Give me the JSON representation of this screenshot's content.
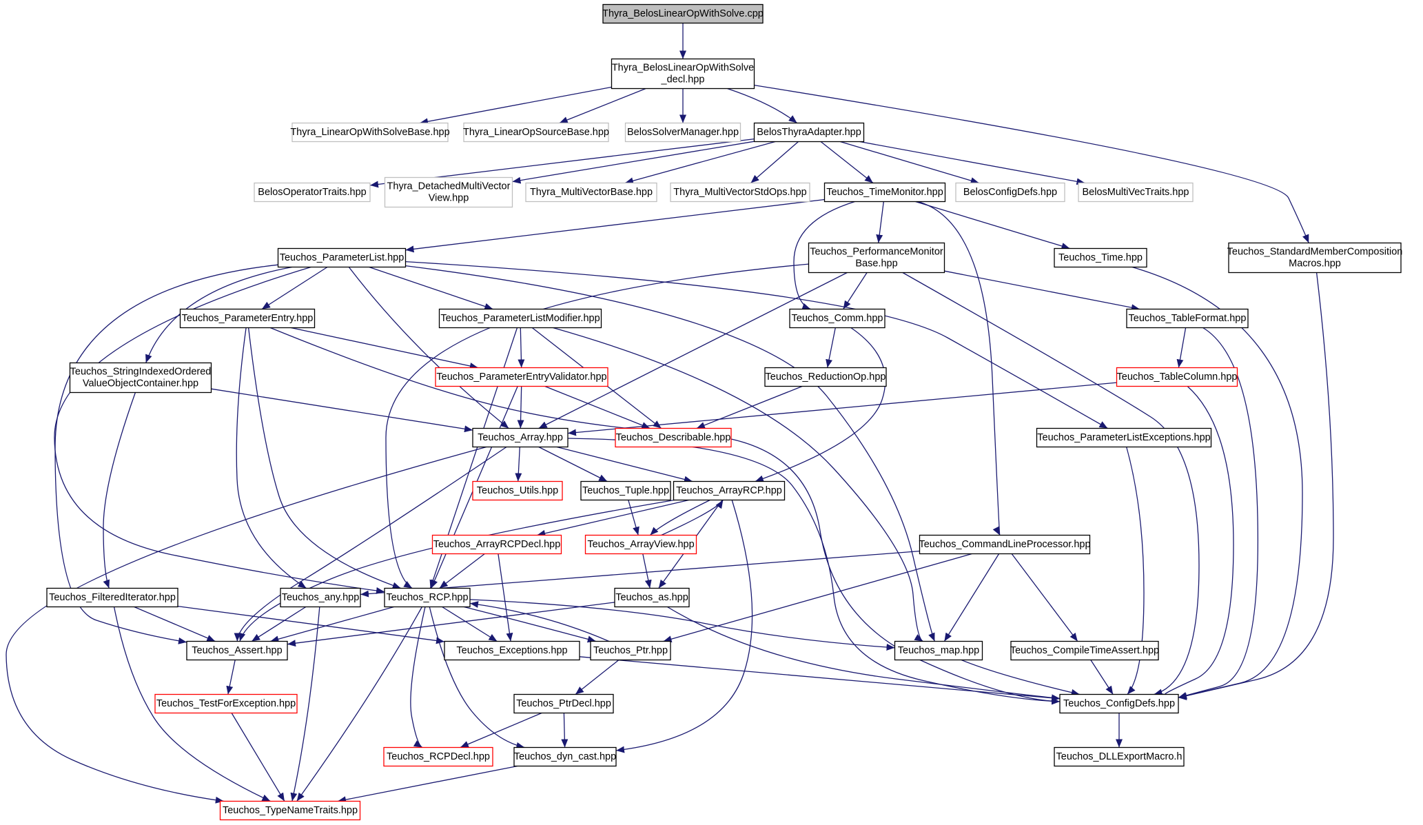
{
  "colors": {
    "edge": "#191970",
    "border_default": "#000000",
    "border_missing": "#bfbfbf",
    "border_truncated": "#ff0000",
    "fill_root": "#bfbfbf",
    "fill_default": "#ffffff"
  },
  "nodes": [
    {
      "id": "n_cpp",
      "lines": [
        "Thyra_BelosLinearOpWithSolve.cpp"
      ],
      "kind": "root"
    },
    {
      "id": "n_decl",
      "lines": [
        "Thyra_BelosLinearOpWithSolve",
        "_decl.hpp"
      ],
      "kind": "normal"
    },
    {
      "id": "n_lows",
      "lines": [
        "Thyra_LinearOpWithSolveBase.hpp"
      ],
      "kind": "missing"
    },
    {
      "id": "n_los",
      "lines": [
        "Thyra_LinearOpSourceBase.hpp"
      ],
      "kind": "missing"
    },
    {
      "id": "n_bsm",
      "lines": [
        "BelosSolverManager.hpp"
      ],
      "kind": "missing"
    },
    {
      "id": "n_bta",
      "lines": [
        "BelosThyraAdapter.hpp"
      ],
      "kind": "normal"
    },
    {
      "id": "n_smc",
      "lines": [
        "Teuchos_StandardMemberComposition",
        "Macros.hpp"
      ],
      "kind": "normal"
    },
    {
      "id": "n_bot",
      "lines": [
        "BelosOperatorTraits.hpp"
      ],
      "kind": "missing"
    },
    {
      "id": "n_dmv",
      "lines": [
        "Thyra_DetachedMultiVector",
        "View.hpp"
      ],
      "kind": "missing"
    },
    {
      "id": "n_mvb",
      "lines": [
        "Thyra_MultiVectorBase.hpp"
      ],
      "kind": "missing"
    },
    {
      "id": "n_mvso",
      "lines": [
        "Thyra_MultiVectorStdOps.hpp"
      ],
      "kind": "missing"
    },
    {
      "id": "n_tm",
      "lines": [
        "Teuchos_TimeMonitor.hpp"
      ],
      "kind": "normal"
    },
    {
      "id": "n_bcd",
      "lines": [
        "BelosConfigDefs.hpp"
      ],
      "kind": "missing"
    },
    {
      "id": "n_bmvt",
      "lines": [
        "BelosMultiVecTraits.hpp"
      ],
      "kind": "missing"
    },
    {
      "id": "n_pl",
      "lines": [
        "Teuchos_ParameterList.hpp"
      ],
      "kind": "normal"
    },
    {
      "id": "n_pmb",
      "lines": [
        "Teuchos_PerformanceMonitor",
        "Base.hpp"
      ],
      "kind": "normal"
    },
    {
      "id": "n_time",
      "lines": [
        "Teuchos_Time.hpp"
      ],
      "kind": "normal"
    },
    {
      "id": "n_pe",
      "lines": [
        "Teuchos_ParameterEntry.hpp"
      ],
      "kind": "normal"
    },
    {
      "id": "n_plm",
      "lines": [
        "Teuchos_ParameterListModifier.hpp"
      ],
      "kind": "normal"
    },
    {
      "id": "n_comm",
      "lines": [
        "Teuchos_Comm.hpp"
      ],
      "kind": "normal"
    },
    {
      "id": "n_tf",
      "lines": [
        "Teuchos_TableFormat.hpp"
      ],
      "kind": "normal"
    },
    {
      "id": "n_sio",
      "lines": [
        "Teuchos_StringIndexedOrdered",
        "ValueObjectContainer.hpp"
      ],
      "kind": "normal"
    },
    {
      "id": "n_pev",
      "lines": [
        "Teuchos_ParameterEntryValidator.hpp"
      ],
      "kind": "truncated"
    },
    {
      "id": "n_rop",
      "lines": [
        "Teuchos_ReductionOp.hpp"
      ],
      "kind": "normal"
    },
    {
      "id": "n_tc",
      "lines": [
        "Teuchos_TableColumn.hpp"
      ],
      "kind": "truncated"
    },
    {
      "id": "n_arr",
      "lines": [
        "Teuchos_Array.hpp"
      ],
      "kind": "normal"
    },
    {
      "id": "n_desc",
      "lines": [
        "Teuchos_Describable.hpp"
      ],
      "kind": "truncated"
    },
    {
      "id": "n_ple",
      "lines": [
        "Teuchos_ParameterListExceptions.hpp"
      ],
      "kind": "normal"
    },
    {
      "id": "n_utils",
      "lines": [
        "Teuchos_Utils.hpp"
      ],
      "kind": "truncated"
    },
    {
      "id": "n_tuple",
      "lines": [
        "Teuchos_Tuple.hpp"
      ],
      "kind": "normal"
    },
    {
      "id": "n_arcp",
      "lines": [
        "Teuchos_ArrayRCP.hpp"
      ],
      "kind": "normal"
    },
    {
      "id": "n_arcpd",
      "lines": [
        "Teuchos_ArrayRCPDecl.hpp"
      ],
      "kind": "truncated"
    },
    {
      "id": "n_av",
      "lines": [
        "Teuchos_ArrayView.hpp"
      ],
      "kind": "truncated"
    },
    {
      "id": "n_clp",
      "lines": [
        "Teuchos_CommandLineProcessor.hpp"
      ],
      "kind": "normal"
    },
    {
      "id": "n_fi",
      "lines": [
        "Teuchos_FilteredIterator.hpp"
      ],
      "kind": "normal"
    },
    {
      "id": "n_any",
      "lines": [
        "Teuchos_any.hpp"
      ],
      "kind": "normal"
    },
    {
      "id": "n_rcp",
      "lines": [
        "Teuchos_RCP.hpp"
      ],
      "kind": "normal"
    },
    {
      "id": "n_as",
      "lines": [
        "Teuchos_as.hpp"
      ],
      "kind": "normal"
    },
    {
      "id": "n_assert",
      "lines": [
        "Teuchos_Assert.hpp"
      ],
      "kind": "normal"
    },
    {
      "id": "n_exc",
      "lines": [
        "Teuchos_Exceptions.hpp"
      ],
      "kind": "normal"
    },
    {
      "id": "n_ptr",
      "lines": [
        "Teuchos_Ptr.hpp"
      ],
      "kind": "normal"
    },
    {
      "id": "n_map",
      "lines": [
        "Teuchos_map.hpp"
      ],
      "kind": "normal"
    },
    {
      "id": "n_cta",
      "lines": [
        "Teuchos_CompileTimeAssert.hpp"
      ],
      "kind": "normal"
    },
    {
      "id": "n_tfe",
      "lines": [
        "Teuchos_TestForException.hpp"
      ],
      "kind": "truncated"
    },
    {
      "id": "n_ptrd",
      "lines": [
        "Teuchos_PtrDecl.hpp"
      ],
      "kind": "normal"
    },
    {
      "id": "n_cdefs",
      "lines": [
        "Teuchos_ConfigDefs.hpp"
      ],
      "kind": "normal"
    },
    {
      "id": "n_rcpd",
      "lines": [
        "Teuchos_RCPDecl.hpp"
      ],
      "kind": "truncated"
    },
    {
      "id": "n_dyn",
      "lines": [
        "Teuchos_dyn_cast.hpp"
      ],
      "kind": "normal"
    },
    {
      "id": "n_dll",
      "lines": [
        "Teuchos_DLLExportMacro.h"
      ],
      "kind": "normal"
    },
    {
      "id": "n_tnt",
      "lines": [
        "Teuchos_TypeNameTraits.hpp"
      ],
      "kind": "truncated"
    }
  ],
  "edges": [
    [
      "n_cpp",
      "n_decl"
    ],
    [
      "n_decl",
      "n_lows"
    ],
    [
      "n_decl",
      "n_los"
    ],
    [
      "n_decl",
      "n_bsm"
    ],
    [
      "n_decl",
      "n_bta"
    ],
    [
      "n_decl",
      "n_smc"
    ],
    [
      "n_bta",
      "n_bot"
    ],
    [
      "n_bta",
      "n_dmv"
    ],
    [
      "n_bta",
      "n_mvb"
    ],
    [
      "n_bta",
      "n_mvso"
    ],
    [
      "n_bta",
      "n_tm"
    ],
    [
      "n_bta",
      "n_bcd"
    ],
    [
      "n_bta",
      "n_bmvt"
    ],
    [
      "n_tm",
      "n_pl"
    ],
    [
      "n_tm",
      "n_pmb"
    ],
    [
      "n_tm",
      "n_time"
    ],
    [
      "n_tm",
      "n_comm"
    ],
    [
      "n_tm",
      "n_clp"
    ],
    [
      "n_smc",
      "n_cdefs"
    ],
    [
      "n_time",
      "n_cdefs"
    ],
    [
      "n_pl",
      "n_pe"
    ],
    [
      "n_pl",
      "n_plm"
    ],
    [
      "n_pl",
      "n_sio"
    ],
    [
      "n_pl",
      "n_arr"
    ],
    [
      "n_pl",
      "n_ple"
    ],
    [
      "n_pl",
      "n_assert"
    ],
    [
      "n_pl",
      "n_rcp"
    ],
    [
      "n_pl",
      "n_map"
    ],
    [
      "n_pmb",
      "n_comm"
    ],
    [
      "n_pmb",
      "n_tf"
    ],
    [
      "n_pmb",
      "n_arr"
    ],
    [
      "n_pmb",
      "n_rcp"
    ],
    [
      "n_pmb",
      "n_cdefs"
    ],
    [
      "n_pe",
      "n_pev"
    ],
    [
      "n_pe",
      "n_any"
    ],
    [
      "n_pe",
      "n_rcp"
    ],
    [
      "n_pe",
      "n_cdefs"
    ],
    [
      "n_plm",
      "n_pev"
    ],
    [
      "n_plm",
      "n_desc"
    ],
    [
      "n_plm",
      "n_rcp"
    ],
    [
      "n_plm",
      "n_map"
    ],
    [
      "n_comm",
      "n_rop"
    ],
    [
      "n_comm",
      "n_arcp"
    ],
    [
      "n_tf",
      "n_tc"
    ],
    [
      "n_tf",
      "n_cdefs"
    ],
    [
      "n_sio",
      "n_arr"
    ],
    [
      "n_sio",
      "n_fi"
    ],
    [
      "n_pev",
      "n_arr"
    ],
    [
      "n_pev",
      "n_desc"
    ],
    [
      "n_pev",
      "n_rcp"
    ],
    [
      "n_rop",
      "n_desc"
    ],
    [
      "n_tc",
      "n_arr"
    ],
    [
      "n_tc",
      "n_cdefs"
    ],
    [
      "n_arr",
      "n_utils"
    ],
    [
      "n_arr",
      "n_tuple"
    ],
    [
      "n_arr",
      "n_arcp"
    ],
    [
      "n_arr",
      "n_assert"
    ],
    [
      "n_arr",
      "n_tnt"
    ],
    [
      "n_arr",
      "n_cdefs"
    ],
    [
      "n_ple",
      "n_cdefs"
    ],
    [
      "n_tuple",
      "n_av"
    ],
    [
      "n_arcp",
      "n_arcpd"
    ],
    [
      "n_arcp",
      "n_av"
    ],
    [
      "n_arcp",
      "n_as"
    ],
    [
      "n_arcp",
      "n_assert"
    ],
    [
      "n_arcp",
      "n_dyn"
    ],
    [
      "n_av",
      "n_arcp"
    ],
    [
      "n_av",
      "n_as"
    ],
    [
      "n_arcpd",
      "n_rcp"
    ],
    [
      "n_arcpd",
      "n_exc"
    ],
    [
      "n_clp",
      "n_any"
    ],
    [
      "n_clp",
      "n_map"
    ],
    [
      "n_clp",
      "n_cta"
    ],
    [
      "n_clp",
      "n_ptr"
    ],
    [
      "n_fi",
      "n_assert"
    ],
    [
      "n_fi",
      "n_exc"
    ],
    [
      "n_fi",
      "n_tnt"
    ],
    [
      "n_any",
      "n_assert"
    ],
    [
      "n_any",
      "n_tnt"
    ],
    [
      "n_rcp",
      "n_assert"
    ],
    [
      "n_rcp",
      "n_exc"
    ],
    [
      "n_rcp",
      "n_ptr"
    ],
    [
      "n_rcp",
      "n_map"
    ],
    [
      "n_rcp",
      "n_rcpd"
    ],
    [
      "n_rcp",
      "n_dyn"
    ],
    [
      "n_rcp",
      "n_tnt"
    ],
    [
      "n_ptr",
      "n_rcp"
    ],
    [
      "n_ptr",
      "n_ptrd"
    ],
    [
      "n_as",
      "n_assert"
    ],
    [
      "n_as",
      "n_cdefs"
    ],
    [
      "n_assert",
      "n_tfe"
    ],
    [
      "n_exc",
      "n_cdefs"
    ],
    [
      "n_map",
      "n_cdefs"
    ],
    [
      "n_cta",
      "n_cdefs"
    ],
    [
      "n_tfe",
      "n_tnt"
    ],
    [
      "n_ptrd",
      "n_rcpd"
    ],
    [
      "n_ptrd",
      "n_dyn"
    ],
    [
      "n_cdefs",
      "n_dll"
    ],
    [
      "n_dyn",
      "n_tnt"
    ]
  ]
}
